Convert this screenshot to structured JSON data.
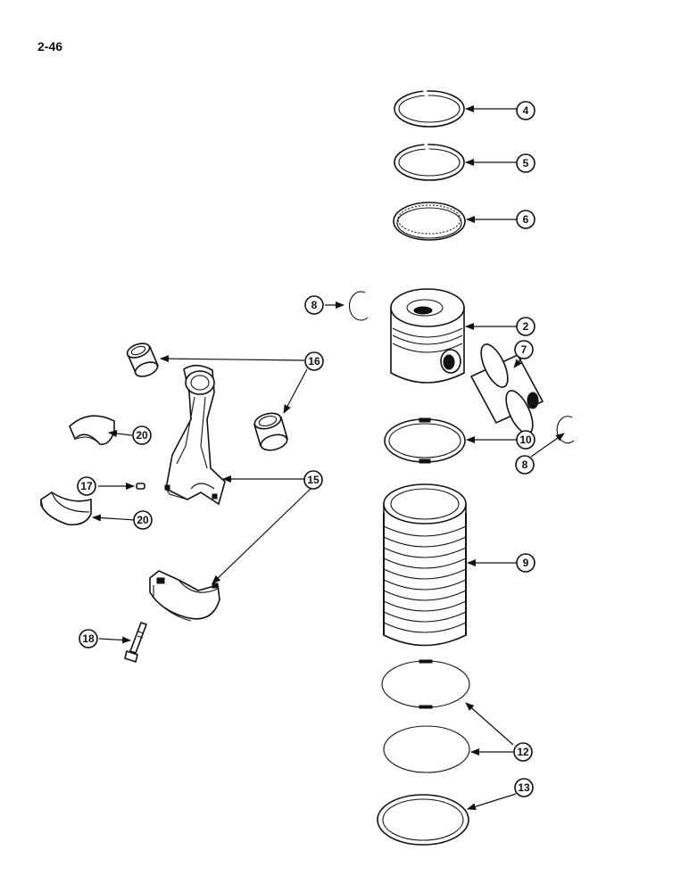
{
  "page_number": "2-46",
  "callouts": [
    "4",
    "5",
    "6",
    "8",
    "2",
    "7",
    "16",
    "20",
    "10",
    "8",
    "17",
    "15",
    "20",
    "9",
    "18",
    "12",
    "13"
  ]
}
